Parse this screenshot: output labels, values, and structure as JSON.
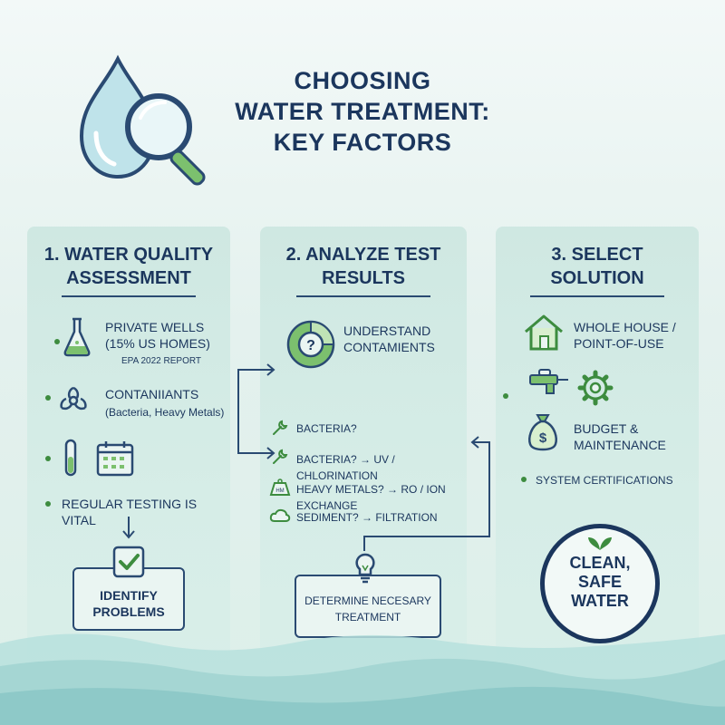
{
  "title": {
    "line1": "CHOOSING",
    "line2": "WATER TREATMENT:",
    "line3": "KEY FACTORS"
  },
  "panels": [
    {
      "heading_line1": "1. WATER QUALITY",
      "heading_line2": "ASSESSMENT",
      "items": {
        "private_wells_line1": "PRIVATE WELLS",
        "private_wells_line2": "(15% US HOMES)",
        "private_wells_source": "EPA 2022 REPORT",
        "contaminants": "CONTANIIANTS",
        "contaminants_detail": "(Bacteria, Heavy Metals)",
        "regular_testing": "REGULAR TESTING IS VITAL"
      },
      "box_line1": "IDENTIFY",
      "box_line2": "PROBLEMS"
    },
    {
      "heading_line1": "2. ANALYZE TEST",
      "heading_line2": "RESULTS",
      "items": {
        "understand_line1": "UNDERSTAND",
        "understand_line2": "CONTAMIENTS",
        "bacteria_q": "BACTERIA?",
        "bacteria_uv": "BACTERIA? → UV / CHLORINATION",
        "heavy_metals": "HEAVY METALS? → RO / ION EXCHANGE",
        "sediment": "SEDIMENT? → FILTRATION",
        "hm_label": "HM"
      },
      "box_line1": "DETERMINE NECESARY",
      "box_line2": "TREATMENT"
    },
    {
      "heading_line1": "3. SELECT",
      "heading_line2": "SOLUTION",
      "items": {
        "whole_house_line1": "WHOLE HOUSE /",
        "whole_house_line2": "POINT-OF-USE",
        "budget_line1": "BUDGET &",
        "budget_line2": "MAINTENANCE",
        "certifications": "SYSTEM CERTIFICATIONS"
      },
      "badge_line1": "CLEAN,",
      "badge_line2": "SAFE",
      "badge_line3": "WATER"
    }
  ],
  "colors": {
    "navy": "#1b365d",
    "green": "#3d8c3f",
    "panel": "#d3ebe5",
    "water": "#a9d8d6"
  }
}
